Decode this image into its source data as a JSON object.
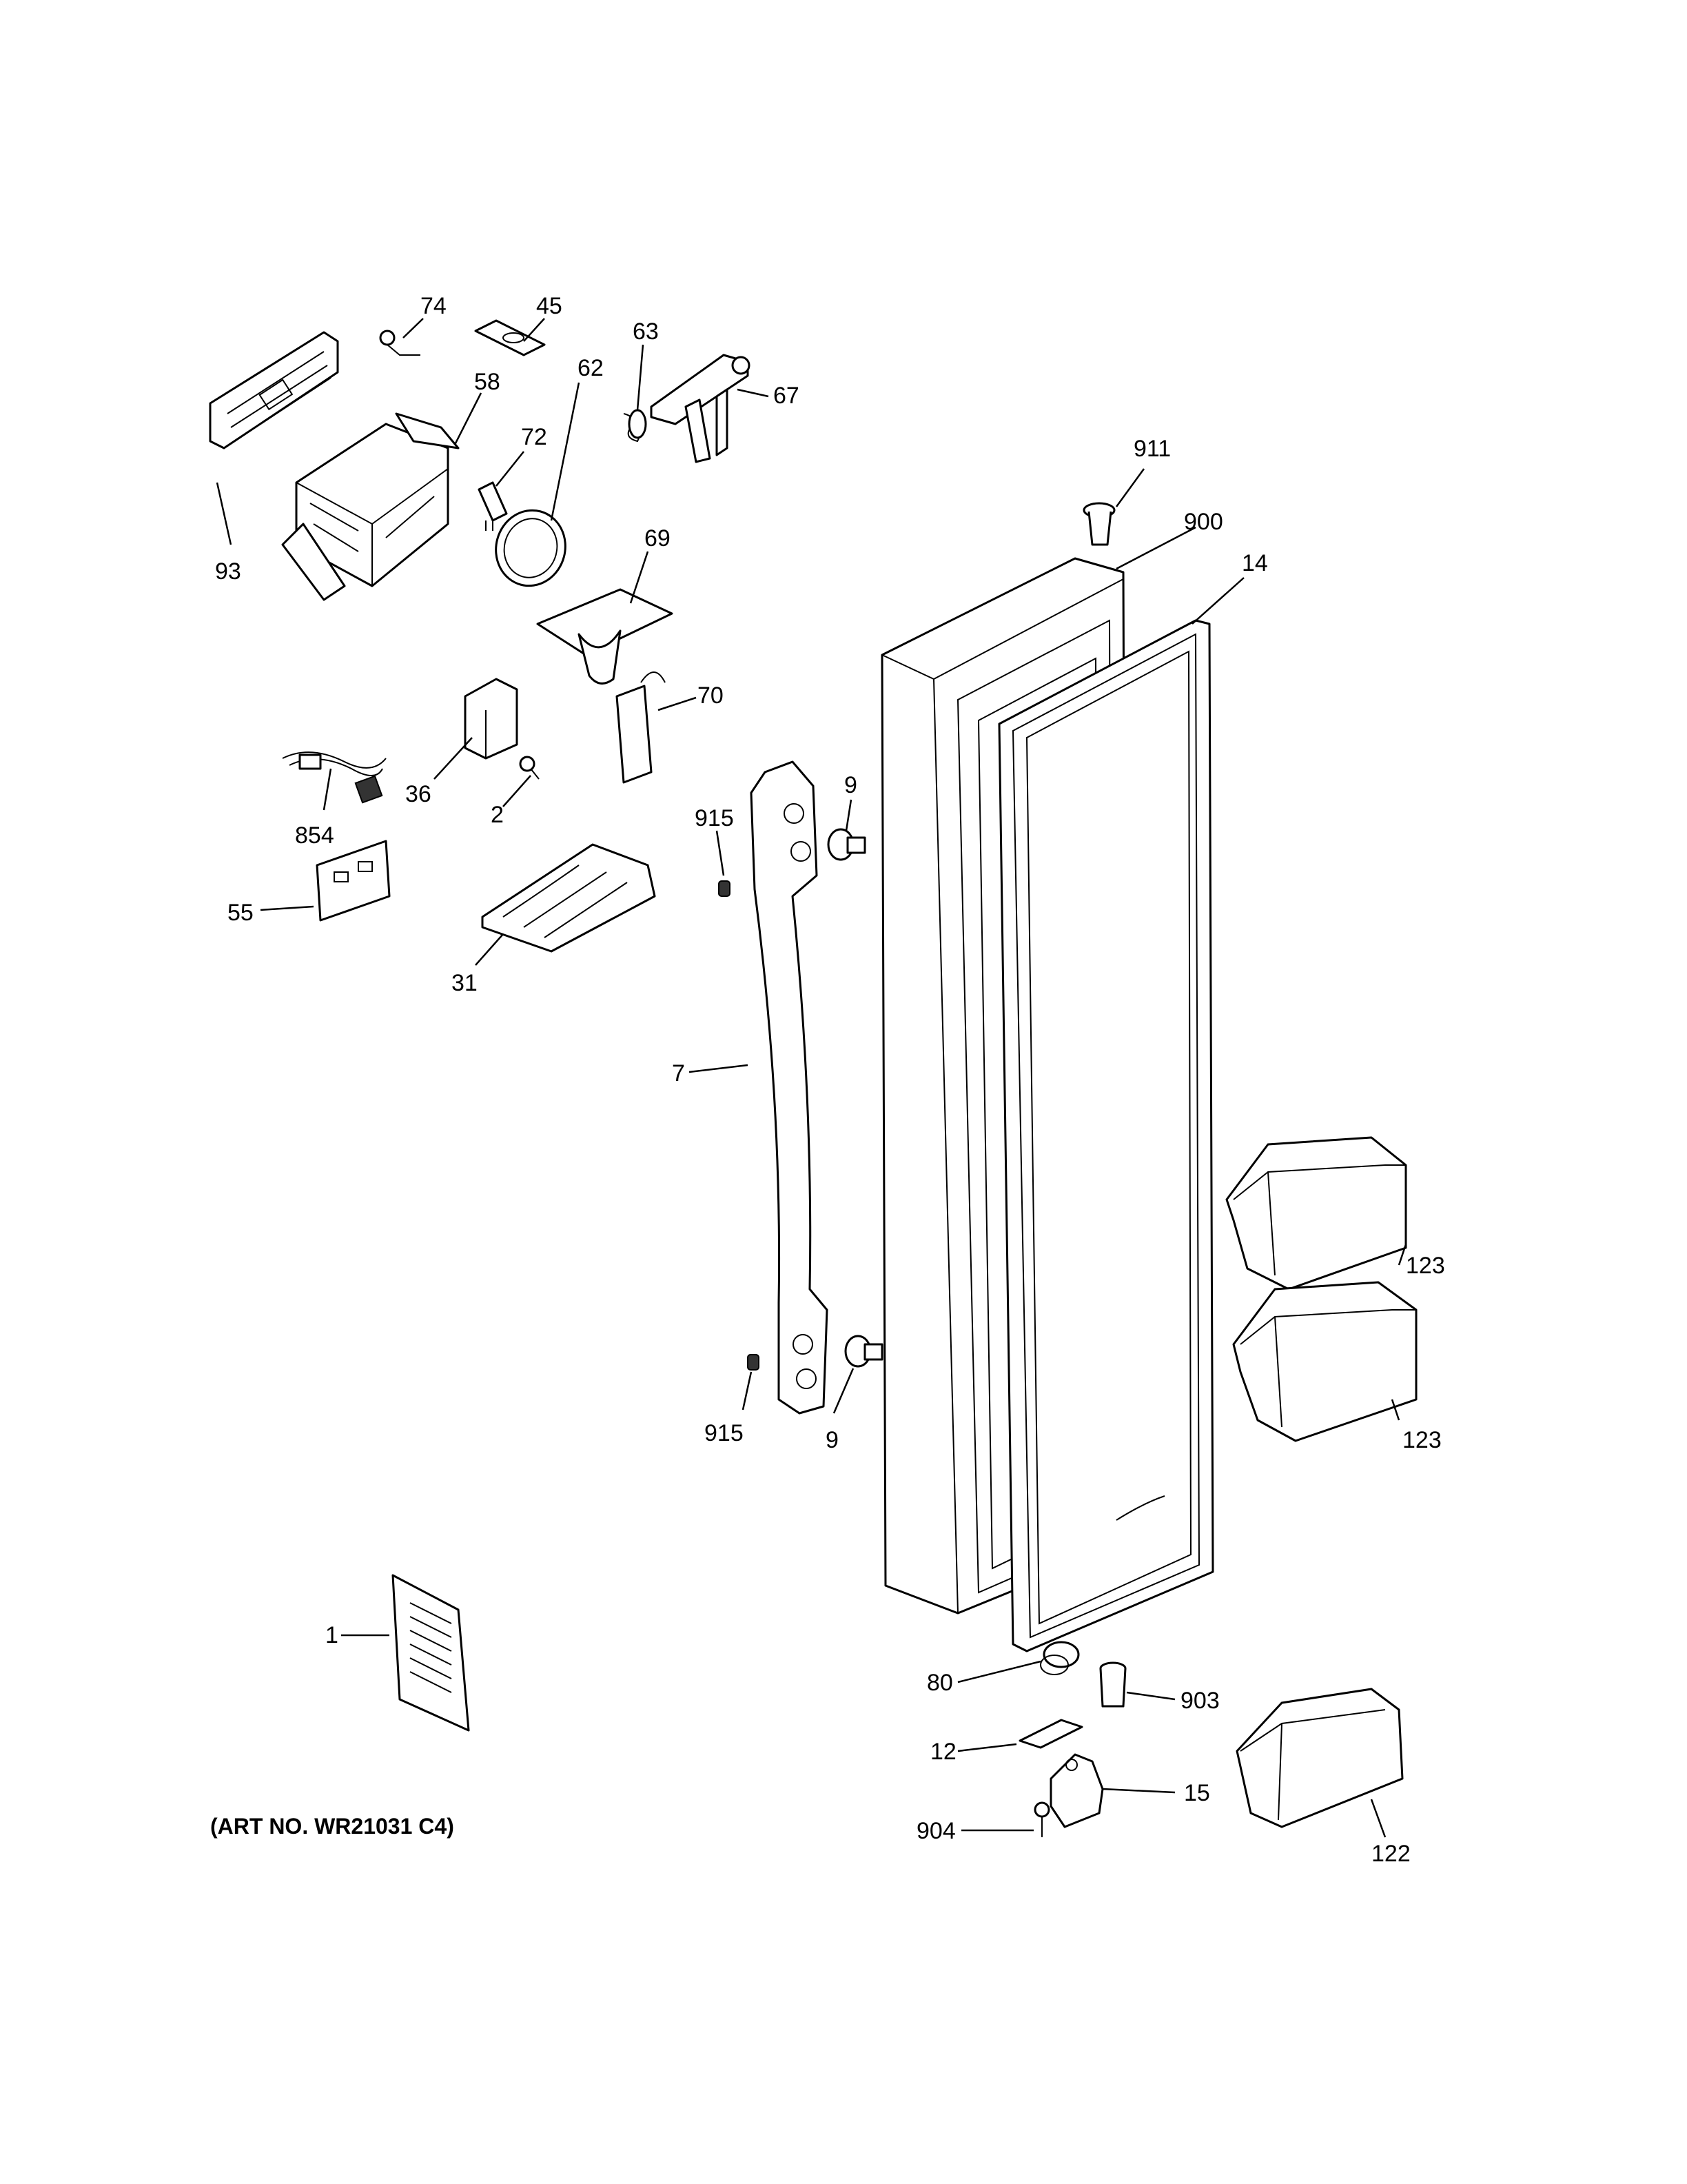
{
  "diagram": {
    "art_number": "(ART NO. WR21031 C4)",
    "callouts": [
      {
        "id": "c74",
        "text": "74"
      },
      {
        "id": "c45",
        "text": "45"
      },
      {
        "id": "c63",
        "text": "63"
      },
      {
        "id": "c67",
        "text": "67"
      },
      {
        "id": "c58",
        "text": "58"
      },
      {
        "id": "c72",
        "text": "72"
      },
      {
        "id": "c62",
        "text": "62"
      },
      {
        "id": "c93",
        "text": "93"
      },
      {
        "id": "c69",
        "text": "69"
      },
      {
        "id": "c911",
        "text": "911"
      },
      {
        "id": "c900",
        "text": "900"
      },
      {
        "id": "c14",
        "text": "14"
      },
      {
        "id": "c70",
        "text": "70"
      },
      {
        "id": "c36",
        "text": "36"
      },
      {
        "id": "c2",
        "text": "2"
      },
      {
        "id": "c854",
        "text": "854"
      },
      {
        "id": "c915a",
        "text": "915"
      },
      {
        "id": "c9a",
        "text": "9"
      },
      {
        "id": "c55",
        "text": "55"
      },
      {
        "id": "c31",
        "text": "31"
      },
      {
        "id": "c7",
        "text": "7"
      },
      {
        "id": "c123a",
        "text": "123"
      },
      {
        "id": "c123b",
        "text": "123"
      },
      {
        "id": "c915b",
        "text": "915"
      },
      {
        "id": "c9b",
        "text": "9"
      },
      {
        "id": "c1",
        "text": "1"
      },
      {
        "id": "c80",
        "text": "80"
      },
      {
        "id": "c903",
        "text": "903"
      },
      {
        "id": "c12",
        "text": "12"
      },
      {
        "id": "c15",
        "text": "15"
      },
      {
        "id": "c904",
        "text": "904"
      },
      {
        "id": "c122",
        "text": "122"
      }
    ]
  }
}
